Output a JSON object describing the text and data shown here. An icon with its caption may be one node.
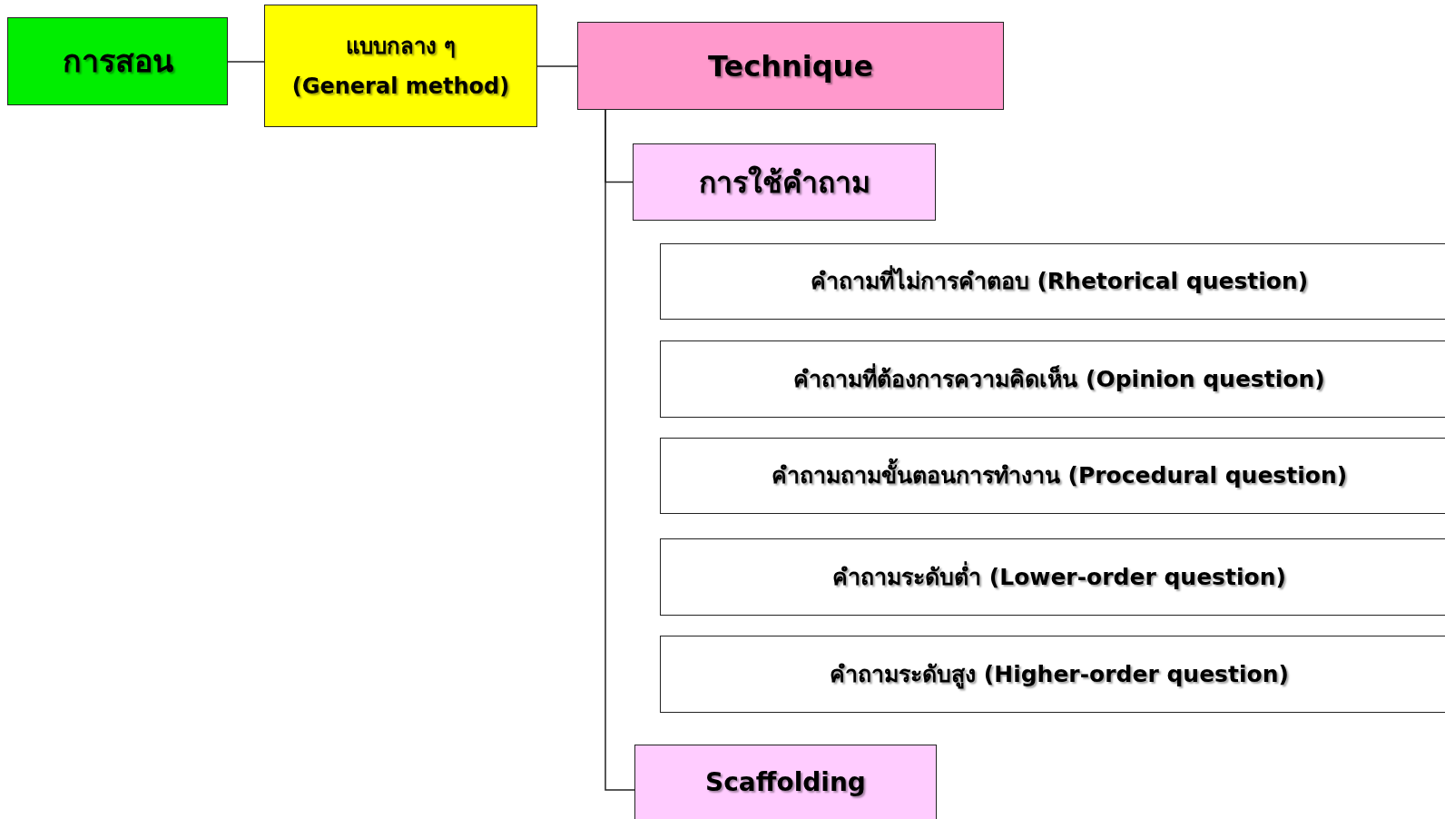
{
  "diagram": {
    "nodes": [
      {
        "text": [
          "การสอน"
        ]
      },
      {
        "text": [
          "แบบกลาง ๆ",
          "(General method)"
        ]
      },
      {
        "text": [
          "Technique"
        ]
      },
      {
        "text": [
          "การใช้คำถาม"
        ]
      },
      {
        "text": [
          "คำถามที่ไม่การคำตอบ (Rhetorical question)"
        ]
      },
      {
        "text": [
          "คำถามที่ต้องการความคิดเห็น (Opinion question)"
        ]
      },
      {
        "text": [
          "คำถามถามขั้นตอนการทำงาน (Procedural question)"
        ]
      },
      {
        "text": [
          "คำถามระดับต่ำ (Lower-order question)"
        ]
      },
      {
        "text": [
          "คำถามระดับสูง (Higher-order question)"
        ]
      },
      {
        "text": [
          "Scaffolding"
        ]
      }
    ],
    "edges": [
      {
        "from": 0,
        "to": 1,
        "arrow": "none"
      },
      {
        "from": 1,
        "to": 2,
        "arrow": "none"
      },
      {
        "from": 2,
        "to": 3,
        "arrow": "none"
      },
      {
        "from": 2,
        "to": 9,
        "arrow": "none"
      }
    ]
  }
}
